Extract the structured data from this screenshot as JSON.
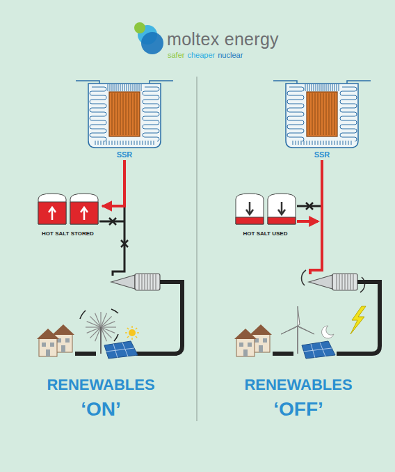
{
  "diagram": {
    "title": "moltex energy",
    "nodes": [
      {
        "text": [
          "SSR"
        ]
      },
      {
        "text": [
          "HOT SALT STORED"
        ]
      },
      {
        "text": [
          "SSR"
        ]
      },
      {
        "text": [
          "HOT SALT USED"
        ]
      }
    ],
    "edges": [
      {
        "from": 0,
        "to": 1,
        "arrow": "to"
      }
    ],
    "labels": [
      "safer",
      "cheaper",
      "nuclear",
      "RENEWABLES",
      "‘ON’",
      "RENEWABLES",
      "‘OFF’"
    ]
  }
}
